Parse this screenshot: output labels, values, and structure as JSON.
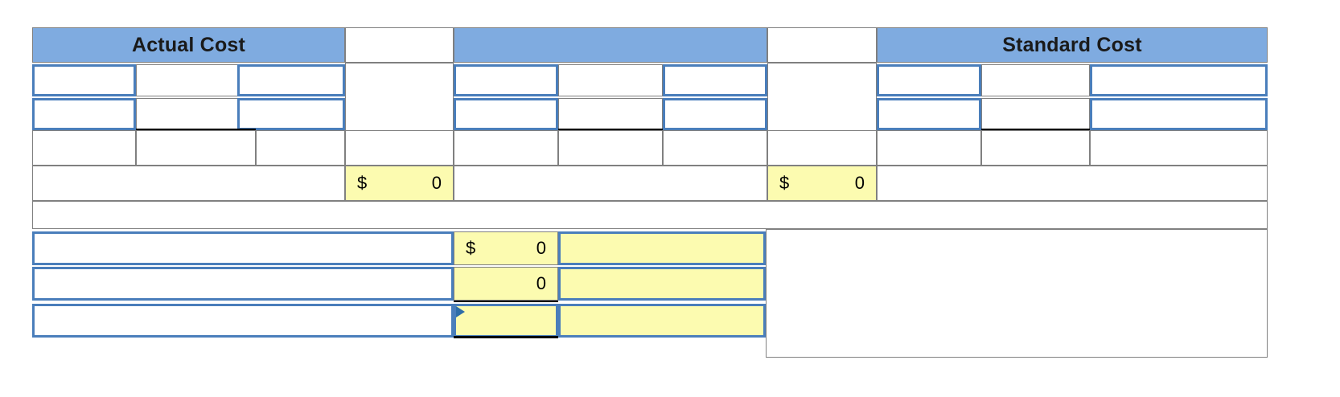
{
  "sheet": {
    "title": "Cost Variance Worksheet",
    "colors": {
      "header_blue": "#7FABE0",
      "input_border_blue": "#4A7EBB",
      "flag_blue": "#2E6DA8",
      "computed_yellow": "#FCFBB0",
      "grid_gray": "#808080",
      "active_black": "#000000"
    },
    "headers": {
      "actual_cost": "Actual Cost",
      "middle": "",
      "standard_cost": "Standard Cost"
    },
    "input_rows": [
      {
        "actual": {
          "c1": "",
          "c2": "",
          "c3": ""
        },
        "middle": {
          "c1": "",
          "c2": "",
          "c3": ""
        },
        "standard": {
          "c1": "",
          "c2": "",
          "c3": ""
        }
      },
      {
        "actual": {
          "c1": "",
          "c2": "",
          "c3": ""
        },
        "middle": {
          "c1": "",
          "c2": "",
          "c3": ""
        },
        "standard": {
          "c1": "",
          "c2": "",
          "c3": ""
        }
      }
    ],
    "spacer_row": {
      "actual": [
        "",
        "",
        ""
      ],
      "middle": [
        "",
        "",
        ""
      ],
      "standard": [
        "",
        "",
        ""
      ]
    },
    "variance_row": {
      "left_total": {
        "symbol": "$",
        "value": "0"
      },
      "right_total": {
        "symbol": "$",
        "value": "0"
      },
      "left_label": "",
      "right_label": ""
    },
    "gap_row": {
      "text": ""
    },
    "summary_rows": [
      {
        "label": "",
        "amount": {
          "symbol": "$",
          "value": "0"
        },
        "note": ""
      },
      {
        "label": "",
        "amount": {
          "symbol": "",
          "value": "0"
        },
        "note": ""
      },
      {
        "label": "",
        "amount": {
          "symbol": "",
          "value": ""
        },
        "note": ""
      }
    ]
  }
}
